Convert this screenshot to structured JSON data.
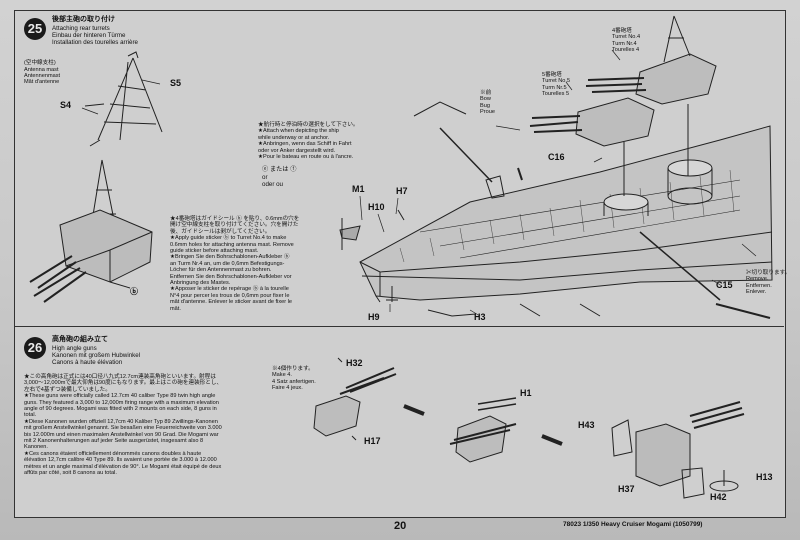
{
  "step25": {
    "number": "25",
    "title_jp": "後部主砲の取り付け",
    "title_en": "Attaching rear turrets",
    "title_de": "Einbau der hinteren Türme",
    "title_fr": "Installation des tourelles arrière",
    "mast_jp": "(空中線支柱)",
    "mast_en": "Antenna mast",
    "mast_de": "Antennenmast",
    "mast_fr": "Mât d'antenne",
    "note_sticker": [
      "★4番砲塔はガイドシール ⓑ を貼り、0.6mmの穴を",
      "開け空中線支柱を取り付けてください。穴を開けた",
      "後、ガイドシールは剥がしてください。",
      "★Apply guide sticker ⓑ to Turret No.4 to make",
      "0.6mm holes for attaching antenna mast. Remove",
      "guide sticker before attaching mast.",
      "★Bringen Sie den Bohrschablonen-Aufkleber ⓑ",
      "an Turm Nr.4 an, um die 0,6mm Befestigungs-",
      "Löcher für den Antennenmast zu bohren.",
      "Entfernen Sie den Bohrschablonen-Aufkleber vor",
      "Anbringung des Mastes.",
      "★Apposer le sticker de repérage ⓑ à la tourelle",
      "N°4 pour percer les trous de 0,6mm pour fixer le",
      "mât d'antenne. Enlever le sticker avant de fixer le",
      "mât."
    ],
    "note_anchor": [
      "★航行時と停泊時の選択をして下さい。",
      "★Attach when depicting the ship",
      "while underway or at anchor.",
      "★Anbringen, wenn das Schiff in Fahrt",
      "oder vor Anker dargestellt wird.",
      "★Pour le bateau en route ou à l'ancre."
    ],
    "sticker_ref": "ⓔ または ⓕ",
    "or": "or",
    "oder": "oder ou",
    "bow": [
      "※前",
      "Bow",
      "Bug",
      "Proue"
    ],
    "turret4": [
      "4番砲塔",
      "Turret No.4",
      "Turm Nr.4",
      "Tourelles 4"
    ],
    "turret5": [
      "5番砲塔",
      "Turret No.5",
      "Turm Nr.5",
      "Tourelles 5"
    ],
    "remove": [
      "✂切り取ります。",
      "Remove.",
      "Entfernen.",
      "Enlever."
    ],
    "b_marker": "ⓑ",
    "parts": {
      "S4": "S4",
      "S5": "S5",
      "M1": "M1",
      "H7": "H7",
      "H10": "H10",
      "H9": "H9",
      "H3": "H3",
      "C16": "C16",
      "C15": "C15"
    }
  },
  "step26": {
    "number": "26",
    "title_jp": "高角砲の組み立て",
    "title_en": "High angle guns",
    "title_de": "Kanonen mit großem Hubwinkel",
    "title_fr": "Canons à haute élévation",
    "description": [
      "★この高角砲は正式には40口径八九式12.7cm連装高角砲といいます。射程は",
      "3,000～12,000mで最大仰角は90度にもなります。最上はこの砲を連装形とし、",
      "左右で4基ずつ装備していました。",
      "★These guns were officially called 12.7cm 40 caliber Type 89 twin high angle",
      "guns. They featured a 3,000 to 12,000m firing range with a maximum elevation",
      "angle of 90 degrees. Mogami was fitted with 2 mounts on each side, 8 guns in",
      "total.",
      "★Diese Kanonen wurden offiziell 12,7cm 40 Kaliber Typ 89 Zwillings-Kanonen",
      "mit großem Anstellwinkel genannt. Sie besaßen eine Feuerreichweite von 3.000",
      "bis 12.000m und einen maximalen Anstellwinkel von 90 Grad. Die Mogami war",
      "mit 2 Kanonenhalterungen auf jeder Seite ausgerüstet, insgesamt also 8",
      "Kanonen.",
      "★Ces canons étaient officiellement dénommés canons doubles à haute",
      "élévation 12,7cm calibre 40 Type 89. Ils avaient une portée de 3.000 à 12.000",
      "mètres et un angle maximal d'élévation de 90°. Le Mogami était équipé de deux",
      "affûts par côté, soit 8 canons au total."
    ],
    "make4": [
      "※4個作ります。",
      "Make 4.",
      "4 Satz anfertigen.",
      "Faire 4 jeux."
    ],
    "parts": {
      "H32": "H32",
      "H17": "H17",
      "H1": "H1",
      "H43": "H43",
      "H37": "H37",
      "H42": "H42",
      "H13": "H13"
    }
  },
  "footer": {
    "page_number": "20",
    "product": "78023 1/350 Heavy Cruiser Mogami (1050799)"
  }
}
